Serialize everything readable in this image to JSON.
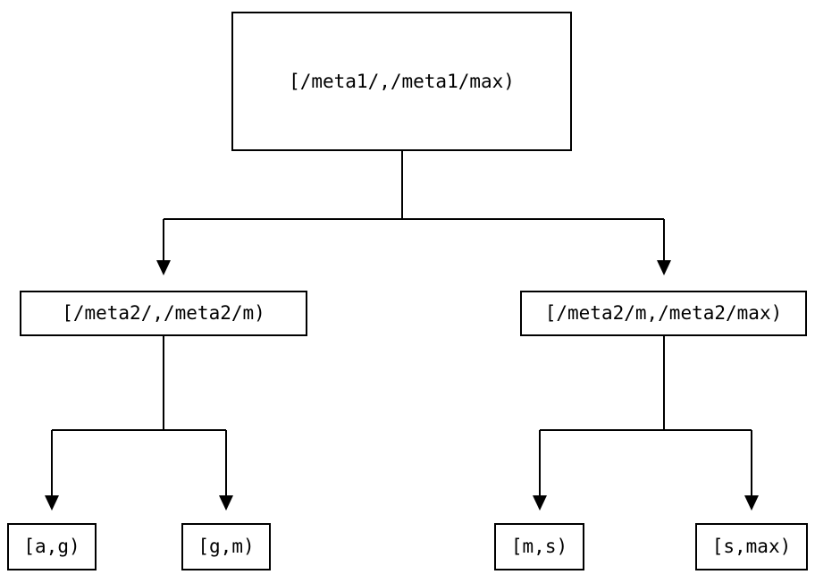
{
  "diagram": {
    "background_color": "#ffffff",
    "line_color": "#000000",
    "text_color": "#000000",
    "nodes": {
      "root": {
        "label": "[/meta1/,/meta1/max)"
      },
      "left": {
        "label": "[/meta2/,/meta2/m)"
      },
      "right": {
        "label": "[/meta2/m,/meta2/max)"
      },
      "leaf_ag": {
        "label": "[a,g)"
      },
      "leaf_gm": {
        "label": "[g,m)"
      },
      "leaf_ms": {
        "label": "[m,s)"
      },
      "leaf_smax": {
        "label": "[s,max)"
      }
    },
    "edges": [
      {
        "from": "root",
        "to": "left"
      },
      {
        "from": "root",
        "to": "right"
      },
      {
        "from": "left",
        "to": "leaf_ag"
      },
      {
        "from": "left",
        "to": "leaf_gm"
      },
      {
        "from": "right",
        "to": "leaf_ms"
      },
      {
        "from": "right",
        "to": "leaf_smax"
      }
    ]
  }
}
